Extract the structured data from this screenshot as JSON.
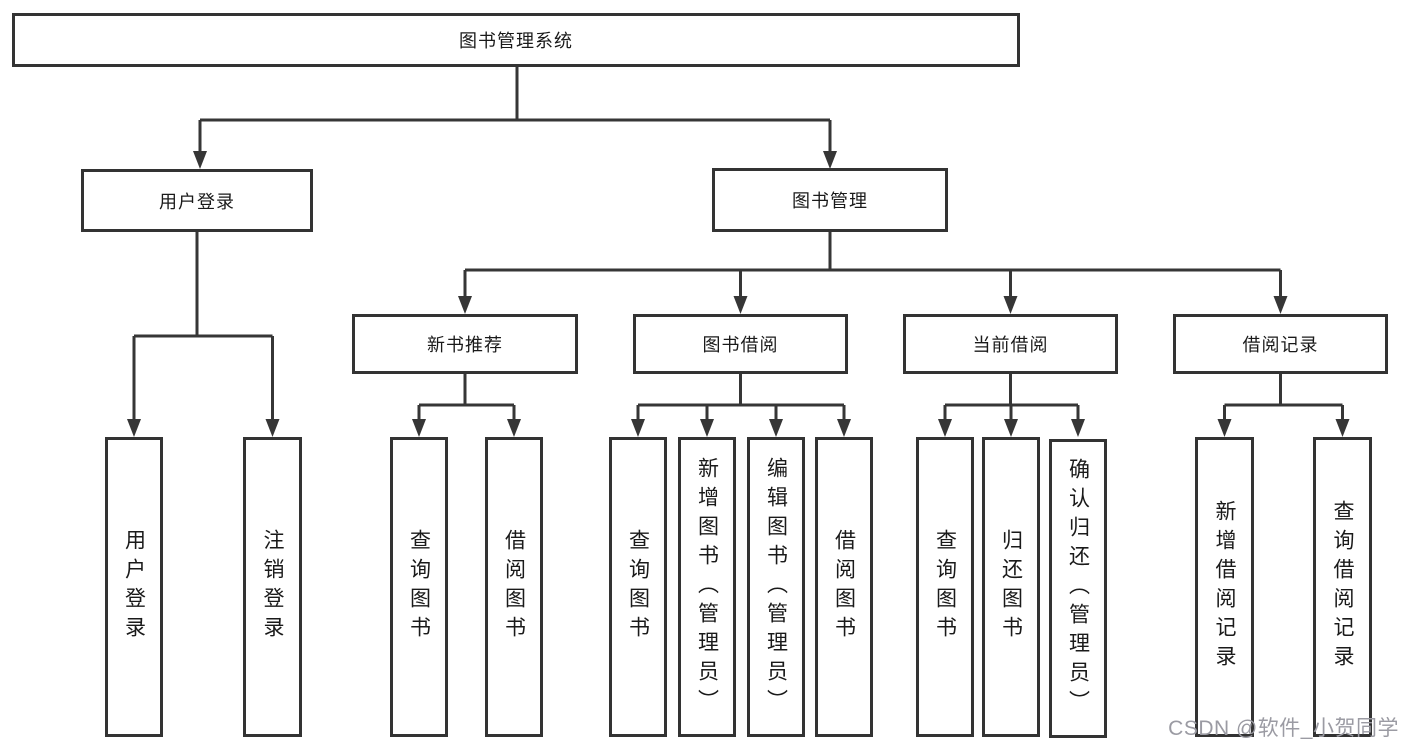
{
  "colors": {
    "background": "#ffffff",
    "box_border": "#333333",
    "connector_line": "#363636",
    "text": "#1a1a1a",
    "watermark": "#9b9ba3"
  },
  "watermark": {
    "text": "CSDN @软件_小贺同学"
  },
  "diagram": {
    "type": "tree",
    "root": {
      "label": "图书管理系统"
    },
    "branches": [
      {
        "label": "用户登录",
        "children": [
          {
            "label": "用户登录"
          },
          {
            "label": "注销登录"
          }
        ]
      },
      {
        "label": "图书管理",
        "children": [
          {
            "label": "新书推荐",
            "children": [
              {
                "label": "查询图书"
              },
              {
                "label": "借阅图书"
              }
            ]
          },
          {
            "label": "图书借阅",
            "children": [
              {
                "label": "查询图书"
              },
              {
                "label": "新增图书（管理员）"
              },
              {
                "label": "编辑图书（管理员）"
              },
              {
                "label": "借阅图书"
              }
            ]
          },
          {
            "label": "当前借阅",
            "children": [
              {
                "label": "查询图书"
              },
              {
                "label": "归还图书"
              },
              {
                "label": "确认归还（管理员）"
              }
            ]
          },
          {
            "label": "借阅记录",
            "children": [
              {
                "label": "新增借阅记录"
              },
              {
                "label": "查询借阅记录"
              }
            ]
          }
        ]
      }
    ]
  }
}
